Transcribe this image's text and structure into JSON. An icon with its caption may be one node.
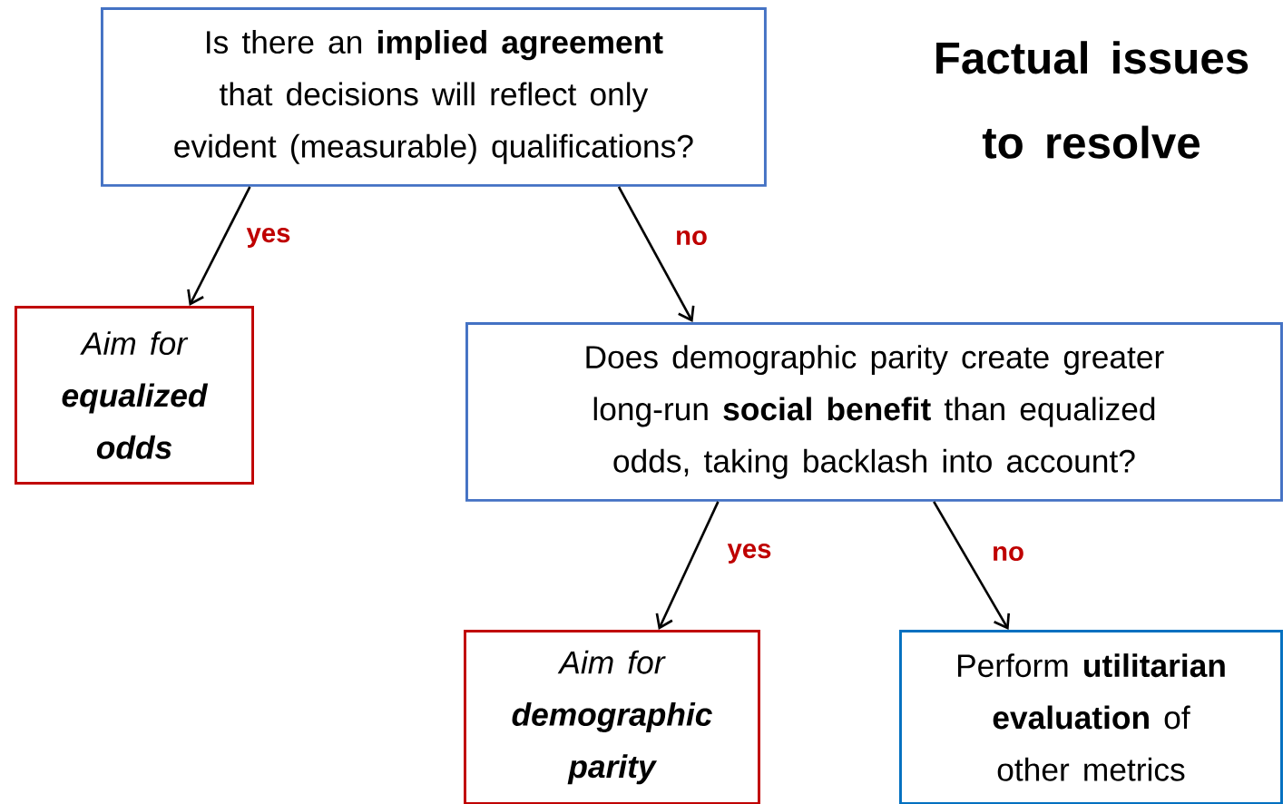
{
  "diagram": {
    "title": "Factual issues to resolve",
    "nodes": [
      {
        "text": [
          "Is there an **implied agreement** that decisions will reflect only evident (measurable) qualifications?"
        ]
      },
      {
        "text": [
          "Aim for **equalized odds**"
        ]
      },
      {
        "text": [
          "Does demographic parity create greater long-run **social benefit** than equalized odds, taking backlash into account?"
        ]
      },
      {
        "text": [
          "Aim for **demographic parity**"
        ]
      },
      {
        "text": [
          "Perform **utilitarian evaluation** of other metrics"
        ]
      }
    ],
    "edges": [
      {
        "from": 0,
        "to": 1,
        "arrow": "to",
        "label": "yes"
      },
      {
        "from": 0,
        "to": 2,
        "arrow": "to",
        "label": "no"
      },
      {
        "from": 2,
        "to": 3,
        "arrow": "to",
        "label": "yes"
      },
      {
        "from": 2,
        "to": 4,
        "arrow": "to",
        "label": "no"
      }
    ]
  }
}
